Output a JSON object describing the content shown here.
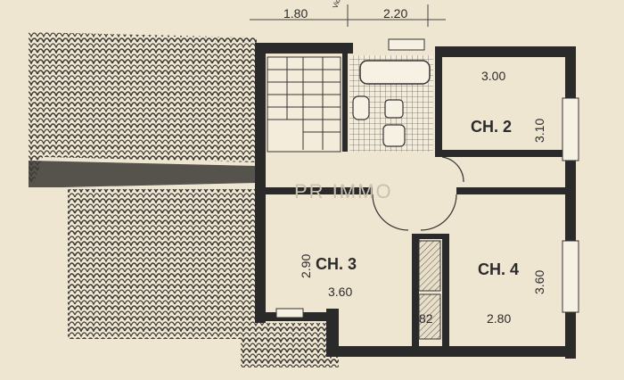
{
  "dimensions": {
    "top_left": "1.80",
    "top_right": "2.20",
    "room2_width": "3.00",
    "room2_height": "3.10",
    "room3_height": "2.90",
    "room3_width": "3.60",
    "room4_height": "3.60",
    "room4_width": "2.80",
    "closet": "82"
  },
  "rooms": {
    "room2": "CH. 2",
    "room3": "CH. 3",
    "room4": "CH. 4"
  },
  "top_note": "Vide WC",
  "watermark": "PR IMMO",
  "colors": {
    "paper": "#efe6d2",
    "wall": "#2a2a2a",
    "roof": "#9a9284"
  }
}
